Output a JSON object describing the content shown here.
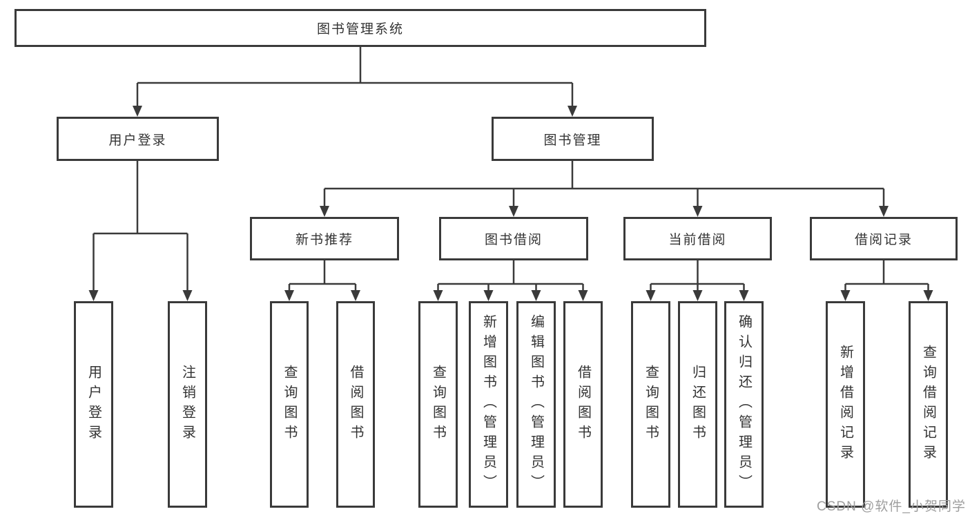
{
  "diagram": {
    "root_label": "图书管理系统",
    "level2": [
      {
        "label": "用户登录"
      },
      {
        "label": "图书管理"
      }
    ],
    "level3": [
      {
        "label": "新书推荐"
      },
      {
        "label": "图书借阅"
      },
      {
        "label": "当前借阅"
      },
      {
        "label": "借阅记录"
      }
    ],
    "leaves": {
      "user_login": [
        "用户登录",
        "注销登录"
      ],
      "new_books": [
        "查询图书",
        "借阅图书"
      ],
      "book_borrowing": [
        "查询图书",
        "新增图书（管理员）",
        "编辑图书（管理员）",
        "借阅图书"
      ],
      "current_borrowing": [
        "查询图书",
        "归还图书",
        "确认归还（管理员）"
      ],
      "borrowing_records": [
        "新增借阅记录",
        "查询借阅记录"
      ]
    },
    "watermark": "CSDN @软件_小贺同学",
    "line_color": "#3a3a3a",
    "watermark_color": "#9e9e9e"
  }
}
